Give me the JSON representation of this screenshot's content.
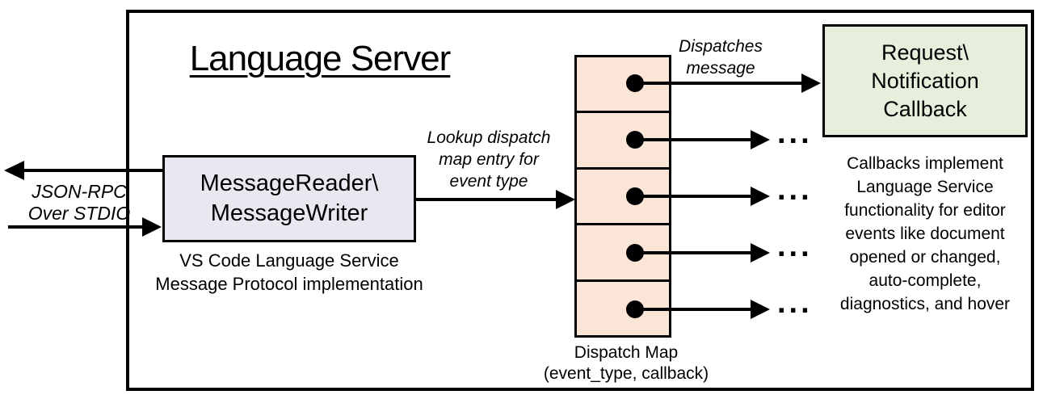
{
  "title": "Language Server",
  "io_label": {
    "line1": "JSON-RPC",
    "line2": "Over STDIO"
  },
  "reader_box": {
    "line1": "MessageReader\\",
    "line2": "MessageWriter"
  },
  "reader_caption": {
    "line1": "VS Code Language Service",
    "line2": "Message Protocol implementation"
  },
  "lookup_label": {
    "line1": "Lookup dispatch",
    "line2": "map entry for",
    "line3": "event type"
  },
  "dispatches_label": {
    "line1": "Dispatches",
    "line2": "message"
  },
  "dispatch_map": {
    "cell_count": 5,
    "caption": {
      "line1": "Dispatch Map",
      "line2": "(event_type, callback)"
    }
  },
  "callback_box": {
    "line1": "Request\\",
    "line2": "Notification",
    "line3": "Callback"
  },
  "callback_caption": {
    "line1": "Callbacks implement",
    "line2": "Language Service",
    "line3": "functionality for editor",
    "line4": "events like document",
    "line5": "opened or changed,",
    "line6": "auto-complete,",
    "line7": "diagnostics, and hover"
  },
  "ellipsis": "...",
  "colors": {
    "reader_box_fill": "#e9e7ef",
    "dispatch_cell_fill": "#fbe5d6",
    "callback_box_fill": "#e6efdc",
    "line_color": "#000000"
  }
}
